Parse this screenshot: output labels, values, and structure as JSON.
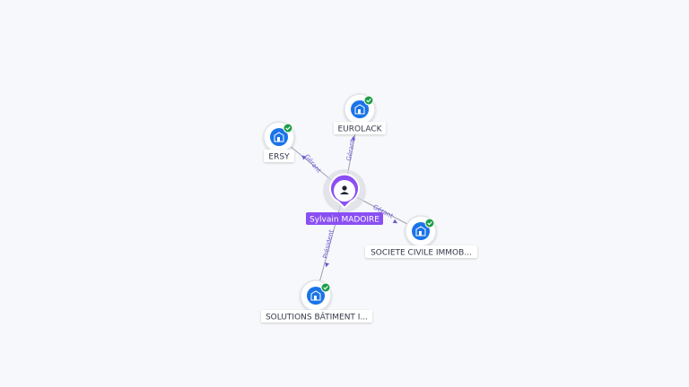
{
  "colors": {
    "background": "#f7f8fb",
    "edge": "#9aa0ad",
    "edge_label": "#6b5bd6",
    "person": "#8a4ff2",
    "company": "#1a73e8",
    "verified": "#1e9e4a"
  },
  "center": {
    "name": "Sylvain MADOIRE",
    "icon": "person-icon"
  },
  "companies": [
    {
      "name": "EUROLACK",
      "relation": "Gérant",
      "icon": "building-icon",
      "verified": true
    },
    {
      "name": "ERSY",
      "relation": "Gérant",
      "icon": "building-icon",
      "verified": true
    },
    {
      "name": "SOCIETE CIVILE IMMOB...",
      "relation": "Gérant",
      "icon": "building-icon",
      "verified": true
    },
    {
      "name": "SOLUTIONS BÂTIMENT I...",
      "relation": "Président",
      "icon": "building-icon",
      "verified": true
    }
  ]
}
